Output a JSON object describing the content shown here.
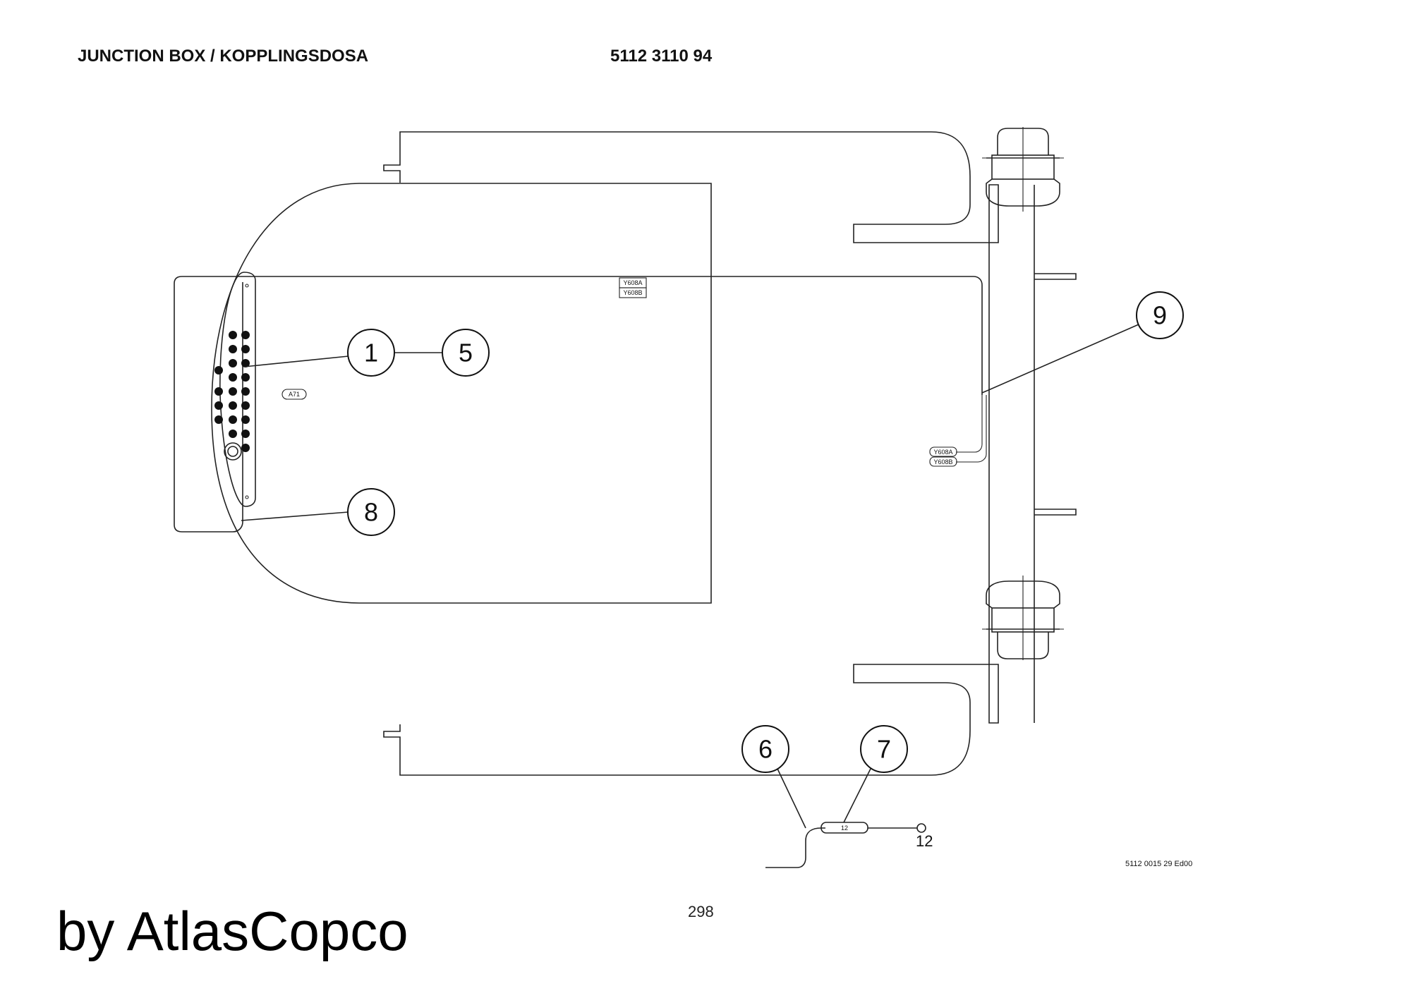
{
  "header": {
    "title": "JUNCTION BOX / KOPPLINGSDOSA",
    "part_number": "5112 3110 94"
  },
  "labels": {
    "y608a": "Y608A",
    "y608b": "Y608B",
    "a71": "A71",
    "fuse_value": "12",
    "terminal_12": "12",
    "drawing_ref": "5112 0015 29 Ed00"
  },
  "callouts": {
    "c1": "1",
    "c5": "5",
    "c8": "8",
    "c9": "9",
    "c6": "6",
    "c7": "7"
  },
  "footer": {
    "page": "298",
    "brand": "by AtlasCopco"
  }
}
